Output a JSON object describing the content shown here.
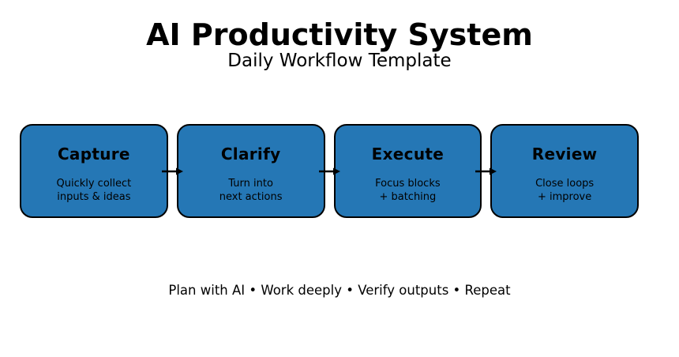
{
  "header": {
    "title": "AI Productivity System",
    "subtitle": "Daily Workflow Template"
  },
  "workflow": {
    "boxes": [
      {
        "title": "Capture",
        "description": "Quickly collect\ninputs & ideas"
      },
      {
        "title": "Clarify",
        "description": "Turn into\nnext actions"
      },
      {
        "title": "Execute",
        "description": "Focus blocks\n+ batching"
      },
      {
        "title": "Review",
        "description": "Close loops\n+ improve"
      }
    ],
    "colors": {
      "box_fill": "#2577b5",
      "box_border": "#000000",
      "arrow": "#000000",
      "text": "#000000",
      "background": "#ffffff"
    }
  },
  "footer": {
    "tagline": "Plan with AI • Work deeply • Verify outputs • Repeat"
  }
}
